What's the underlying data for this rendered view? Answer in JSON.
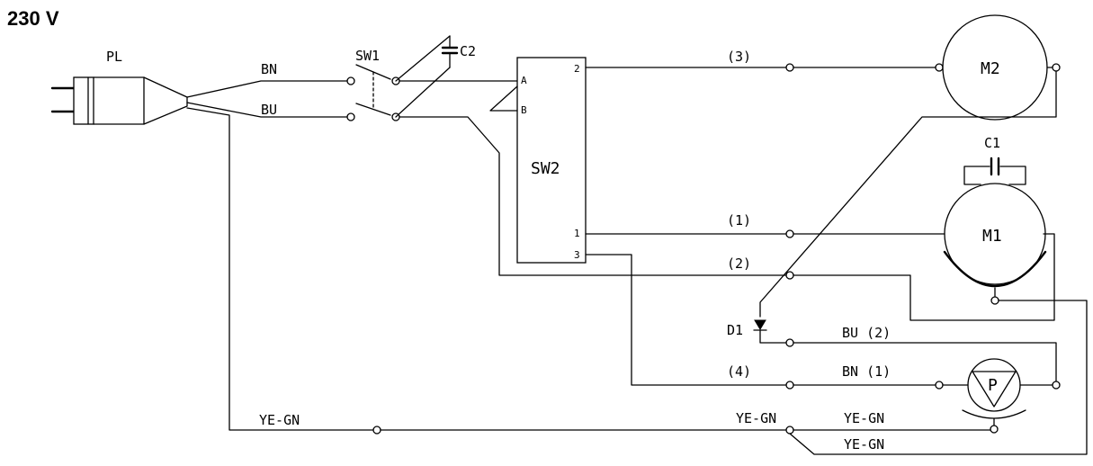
{
  "voltage": "230 V",
  "labels": {
    "pl": "PL",
    "sw1": "SW1",
    "c2": "C2",
    "sw2": "SW2",
    "m2": "M2",
    "c1": "C1",
    "m1": "M1",
    "d1": "D1",
    "p": "P"
  },
  "wires": {
    "bn": "BN",
    "bu": "BU",
    "w3": "(3)",
    "w1": "(1)",
    "w2": "(2)",
    "w4": "(4)",
    "bu2": "BU (2)",
    "bn1": "BN (1)",
    "yegn_left": "YE-GN",
    "yegn_mid": "YE-GN",
    "yegn_p": "YE-GN",
    "yegn_m1": "YE-GN"
  },
  "sw2_pins": {
    "a": "A",
    "b": "B",
    "p2": "2",
    "p1": "1",
    "p3": "3"
  }
}
